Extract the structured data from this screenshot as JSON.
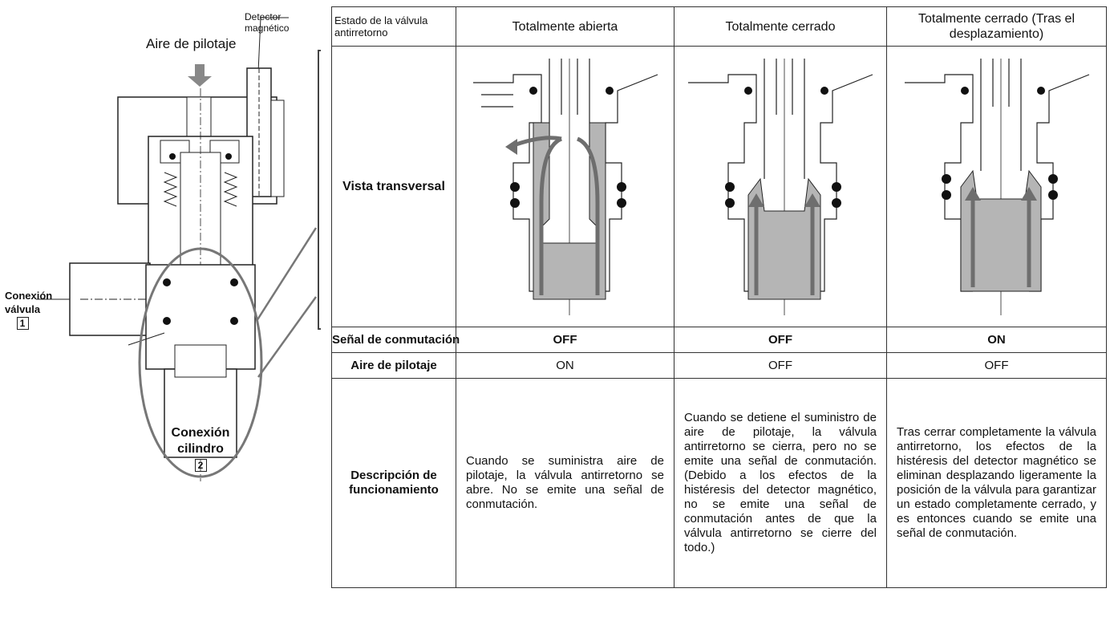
{
  "left_figure": {
    "detector_label": "Detector magnético",
    "pilot_air_label": "Aire de pilotaje",
    "valve_port_label_line1": "Conexión",
    "valve_port_label_line2": "válvula",
    "valve_port_number": "1",
    "cylinder_port_label_line1": "Conexión",
    "cylinder_port_label_line2": "cilindro",
    "cylinder_port_number": "2"
  },
  "table": {
    "header": {
      "row_label": "Estado de la válvula antirretorno",
      "columns": [
        "Totalmente abierta",
        "Totalmente cerrado",
        "Totalmente cerrado (Tras el desplazamiento)"
      ]
    },
    "rows": {
      "cross_section_label": "Vista transversal",
      "switch_signal_label": "Señal de conmutación",
      "switch_signal": [
        "OFF",
        "OFF",
        "ON"
      ],
      "pilot_air_label": "Aire de pilotaje",
      "pilot_air": [
        "ON",
        "OFF",
        "OFF"
      ],
      "description_label": "Descripción de funcionamiento",
      "description": [
        "Cuando se suministra aire de pilotaje, la válvula antirretorno se abre. No se emite una señal de conmutación.",
        "Cuando se detiene el suministro de aire de pilotaje, la válvula antirretorno se cierra, pero no se emite una señal de conmutación. (Debido a los efectos de la histéresis del detector magnético, no se emite una señal de conmutación antes de que la válvula antirretorno se cierre del todo.)",
        "Tras cerrar completamente la válvula antirretorno, los efectos de la histéresis del detector magnético se eliminan desplazando ligeramente la posición de la válvula para garantizar un estado completamente cerrado, y es entonces cuando se emite una señal de conmutación."
      ]
    }
  },
  "colors": {
    "line": "#222222",
    "flow_fill": "#b5b5b5",
    "arrow": "#6e6e6e",
    "seal": "#111111"
  },
  "icons": [
    "pilot-air-arrow-icon",
    "flow-arrow-icon"
  ]
}
